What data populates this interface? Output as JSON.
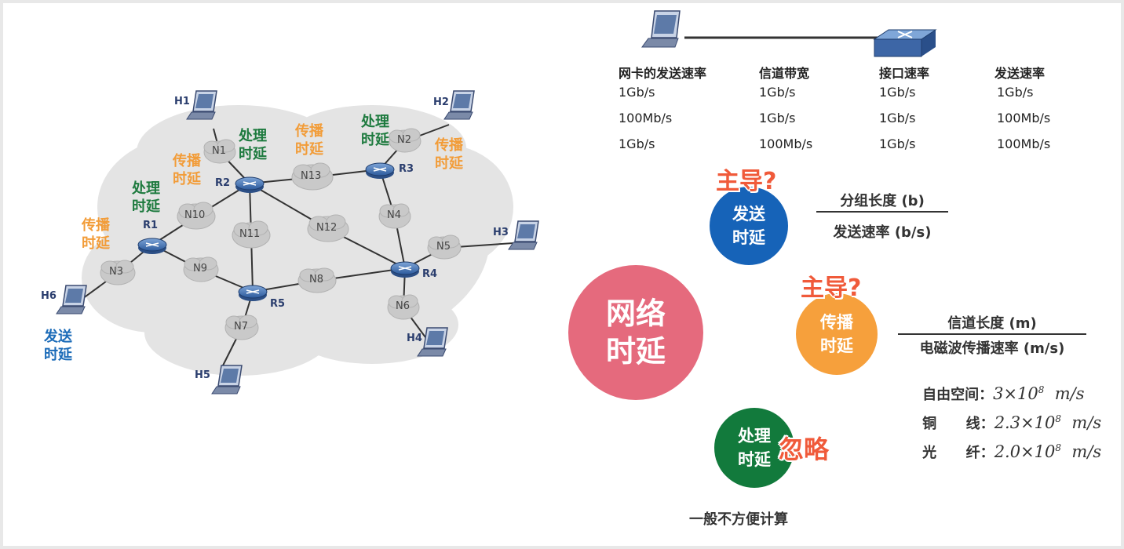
{
  "diagram": {
    "nodes": {
      "N1": "N1",
      "N2": "N2",
      "N3": "N3",
      "N4": "N4",
      "N5": "N5",
      "N6": "N6",
      "N7": "N7",
      "N8": "N8",
      "N9": "N9",
      "N10": "N10",
      "N11": "N11",
      "N12": "N12",
      "N13": "N13"
    },
    "routers": {
      "R1": "R1",
      "R2": "R2",
      "R3": "R3",
      "R4": "R4",
      "R5": "R5"
    },
    "hosts": {
      "H1": "H1",
      "H2": "H2",
      "H3": "H3",
      "H4": "H4",
      "H5": "H5",
      "H6": "H6"
    },
    "labels": {
      "prop_r1": "传播\n时延",
      "proc_r1": "处理\n时延",
      "prop_r2": "传播\n时延",
      "proc_r2": "处理\n时延",
      "prop_n13": "传播\n时延",
      "proc_r3": "处理\n时延",
      "prop_r3": "传播\n时延",
      "send_h6": "发送\n时延"
    }
  },
  "rate_table": {
    "headers": [
      "网卡的发送速率",
      "信道带宽",
      "接口速率",
      "发送速率"
    ],
    "rows": [
      [
        "1Gb/s",
        "1Gb/s",
        "1Gb/s",
        "1Gb/s"
      ],
      [
        "100Mb/s",
        "1Gb/s",
        "1Gb/s",
        "100Mb/s"
      ],
      [
        "1Gb/s",
        "100Mb/s",
        "1Gb/s",
        "100Mb/s"
      ]
    ]
  },
  "delays": {
    "network": "网络\n时延",
    "send": "发送\n时延",
    "propagation": "传播\n时延",
    "processing": "处理\n时延",
    "dominant_send": "主导?",
    "dominant_prop": "主导?",
    "ignore": "忽略",
    "note": "一般不方便计算",
    "send_formula": {
      "numerator": "分组长度 (b)",
      "denominator": "发送速率 (b/s)"
    },
    "prop_formula": {
      "numerator": "信道长度 (m)",
      "denominator": "电磁波传播速率 (m/s)"
    },
    "speeds": [
      {
        "label": "自由空间：",
        "value": "3×10",
        "exp": "8",
        "unit": "m/s"
      },
      {
        "label": "铜      线：",
        "value": "2.3×10",
        "exp": "8",
        "unit": "m/s"
      },
      {
        "label": "光      纤：",
        "value": "2.0×10",
        "exp": "8",
        "unit": "m/s"
      }
    ]
  },
  "colors": {
    "network": "#e56a7d",
    "send": "#1663b8",
    "propagation": "#f6a03c",
    "processing": "#127a3c",
    "dominant": "#f05a3a"
  }
}
